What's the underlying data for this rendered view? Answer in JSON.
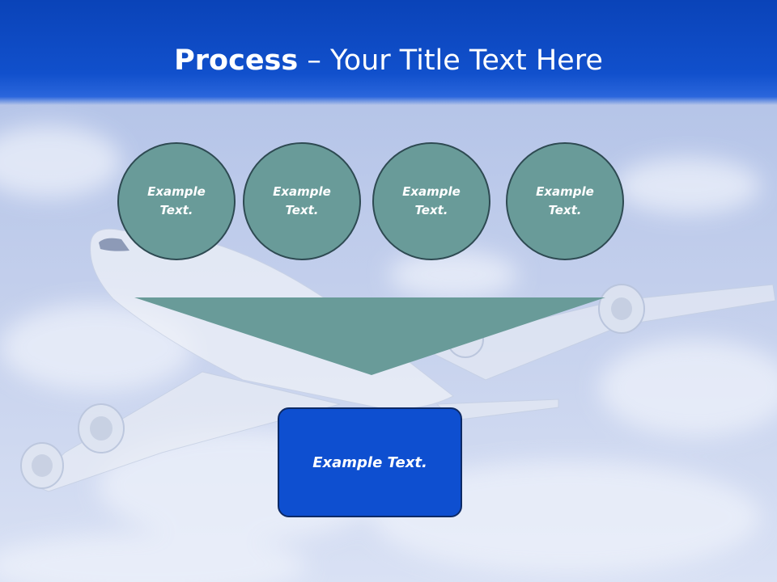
{
  "slide": {
    "title_bold": "Process",
    "title_rest": " – Your Title Text Here"
  },
  "steps": [
    {
      "line1": "Example",
      "line2": "Text."
    },
    {
      "line1": "Example",
      "line2": "Text."
    },
    {
      "line1": "Example",
      "line2": "Text."
    },
    {
      "line1": "Example",
      "line2": "Text."
    }
  ],
  "result": {
    "label": "Example Text."
  },
  "colors": {
    "header": "#1150cc",
    "circle_fill": "#699b99",
    "circle_border": "#2e4a52",
    "funnel_fill": "#699b99",
    "result_fill": "#0e4fd0",
    "sky": "#c7d4ee"
  }
}
